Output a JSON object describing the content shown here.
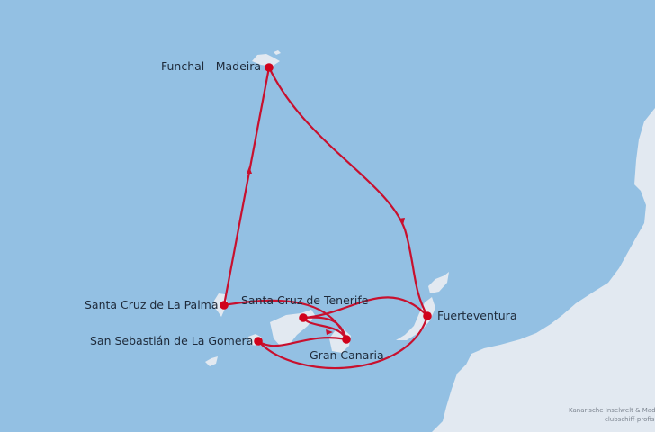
{
  "map": {
    "colors": {
      "sea": "#93c0e3",
      "land": "#e2e9f1",
      "route": "#c8102e",
      "port": "#d0021b"
    },
    "ports": [
      {
        "id": "funchal",
        "name": "Funchal - Madeira"
      },
      {
        "id": "santa_cruz_la_palma",
        "name": "Santa Cruz de La Palma"
      },
      {
        "id": "santa_cruz_tenerife",
        "name": "Santa Cruz de Tenerife"
      },
      {
        "id": "san_sebastian_gomera",
        "name": "San Sebastián de La Gomera"
      },
      {
        "id": "gran_canaria",
        "name": "Gran Canaria"
      },
      {
        "id": "fuerteventura",
        "name": "Fuerteventura"
      }
    ],
    "credit": {
      "line1": "Kanarische Inselwelt & Made",
      "line2": "clubschiff-profis."
    }
  }
}
